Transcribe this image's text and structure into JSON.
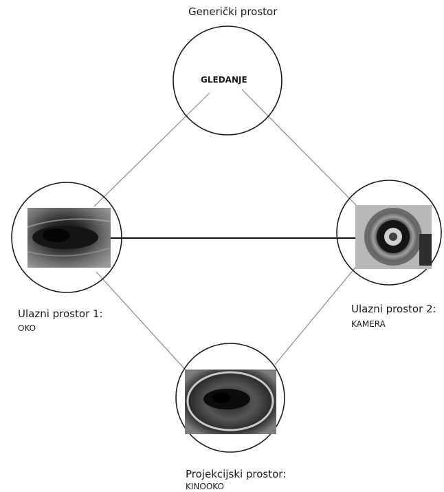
{
  "generic_space": {
    "title": "Generički prostor",
    "concept": "GLEDANJE"
  },
  "input_space_1": {
    "title": "Ulazni prostor 1:",
    "concept": "OKO",
    "image": "eye-photo"
  },
  "input_space_2": {
    "title": "Ulazni prostor 2:",
    "concept": "KAMERA",
    "image": "camera-lens-photo"
  },
  "projection_space": {
    "title": "Projekcijski prostor:",
    "concept": "KINOOKO",
    "image": "kino-eye-lens-photo"
  },
  "colors": {
    "circle_stroke": "#1a1a1a",
    "thin_line": "#8a8a8a",
    "thick_line": "#111111",
    "photo_dark": "#1c1c1c",
    "photo_light": "#8c8c8c"
  }
}
